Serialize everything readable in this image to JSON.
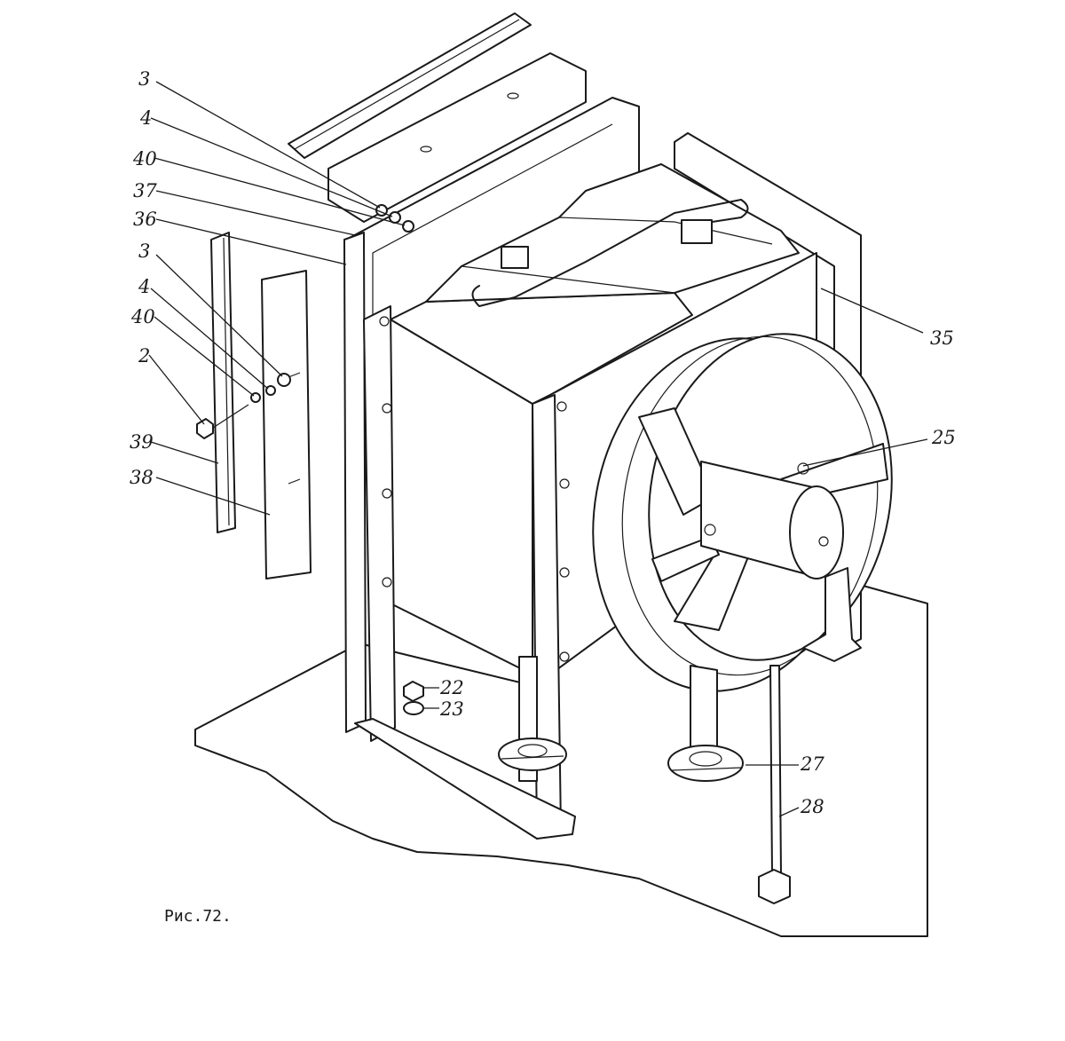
{
  "caption": "Рис.72.",
  "callouts": [
    {
      "id": "c3a",
      "text": "3"
    },
    {
      "id": "c4a",
      "text": "4"
    },
    {
      "id": "c40a",
      "text": "40"
    },
    {
      "id": "c37",
      "text": "37"
    },
    {
      "id": "c36",
      "text": "36"
    },
    {
      "id": "c3b",
      "text": "3"
    },
    {
      "id": "c4b",
      "text": "4"
    },
    {
      "id": "c40b",
      "text": "40"
    },
    {
      "id": "c2",
      "text": "2"
    },
    {
      "id": "c39",
      "text": "39"
    },
    {
      "id": "c38",
      "text": "38"
    },
    {
      "id": "c35",
      "text": "35"
    },
    {
      "id": "c25",
      "text": "25"
    },
    {
      "id": "c22",
      "text": "22"
    },
    {
      "id": "c23",
      "text": "23"
    },
    {
      "id": "c27",
      "text": "27"
    },
    {
      "id": "c28",
      "text": "28"
    }
  ]
}
